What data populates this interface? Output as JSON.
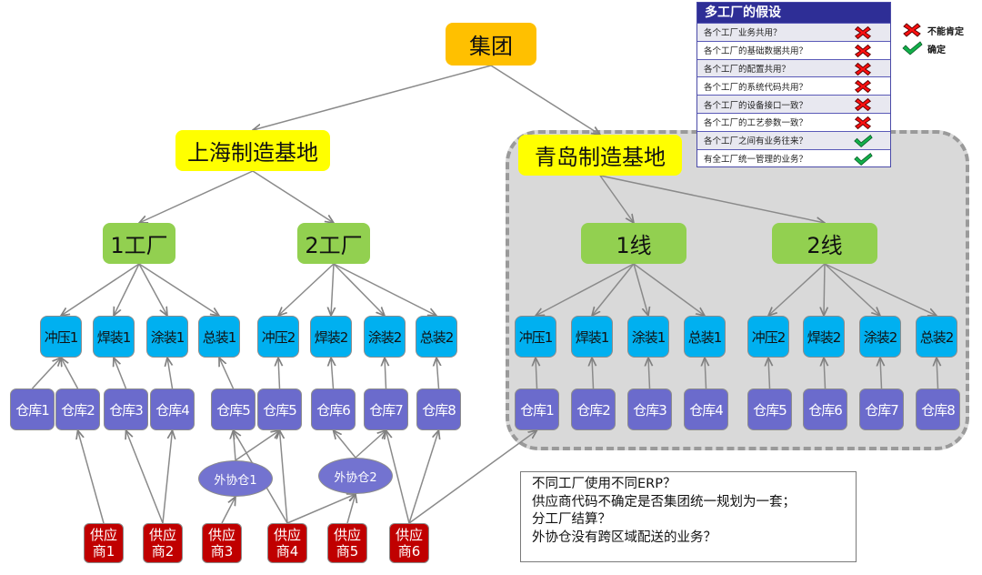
{
  "group": {
    "label": "集团"
  },
  "bases": [
    {
      "id": "shanghai",
      "label": "上海制造基地"
    },
    {
      "id": "qingdao",
      "label": "青岛制造基地"
    }
  ],
  "factories": [
    {
      "id": "sh-f1",
      "label": "1工厂"
    },
    {
      "id": "sh-f2",
      "label": "2工厂"
    },
    {
      "id": "qd-l1",
      "label": "1线"
    },
    {
      "id": "qd-l2",
      "label": "2线"
    }
  ],
  "processes": [
    {
      "id": "sh-p1",
      "label": "冲压1"
    },
    {
      "id": "sh-p2",
      "label": "焊装1"
    },
    {
      "id": "sh-p3",
      "label": "涂装1"
    },
    {
      "id": "sh-p4",
      "label": "总装1"
    },
    {
      "id": "sh-p5",
      "label": "冲压2"
    },
    {
      "id": "sh-p6",
      "label": "焊装2"
    },
    {
      "id": "sh-p7",
      "label": "涂装2"
    },
    {
      "id": "sh-p8",
      "label": "总装2"
    },
    {
      "id": "qd-p1",
      "label": "冲压1"
    },
    {
      "id": "qd-p2",
      "label": "焊装1"
    },
    {
      "id": "qd-p3",
      "label": "涂装1"
    },
    {
      "id": "qd-p4",
      "label": "总装1"
    },
    {
      "id": "qd-p5",
      "label": "冲压2"
    },
    {
      "id": "qd-p6",
      "label": "焊装2"
    },
    {
      "id": "qd-p7",
      "label": "涂装2"
    },
    {
      "id": "qd-p8",
      "label": "总装2"
    }
  ],
  "warehouses": [
    {
      "id": "sh-w1",
      "label": "仓库1"
    },
    {
      "id": "sh-w2",
      "label": "仓库2"
    },
    {
      "id": "sh-w3",
      "label": "仓库3"
    },
    {
      "id": "sh-w4",
      "label": "仓库4"
    },
    {
      "id": "sh-w5",
      "label": "仓库5"
    },
    {
      "id": "sh-w5b",
      "label": "仓库5"
    },
    {
      "id": "sh-w6",
      "label": "仓库6"
    },
    {
      "id": "sh-w7",
      "label": "仓库7"
    },
    {
      "id": "sh-w8",
      "label": "仓库8"
    },
    {
      "id": "qd-w1",
      "label": "仓库1"
    },
    {
      "id": "qd-w2",
      "label": "仓库2"
    },
    {
      "id": "qd-w3",
      "label": "仓库3"
    },
    {
      "id": "qd-w4",
      "label": "仓库4"
    },
    {
      "id": "qd-w5",
      "label": "仓库5"
    },
    {
      "id": "qd-w6",
      "label": "仓库6"
    },
    {
      "id": "qd-w7",
      "label": "仓库7"
    },
    {
      "id": "qd-w8",
      "label": "仓库8"
    }
  ],
  "outsource_warehouses": [
    {
      "id": "ow1",
      "label": "外协仓1"
    },
    {
      "id": "ow2",
      "label": "外协仓2"
    }
  ],
  "suppliers": [
    {
      "id": "s1",
      "line1": "供应",
      "line2": "商1"
    },
    {
      "id": "s2",
      "line1": "供应",
      "line2": "商2"
    },
    {
      "id": "s3",
      "line1": "供应",
      "line2": "商3"
    },
    {
      "id": "s4",
      "line1": "供应",
      "line2": "商4"
    },
    {
      "id": "s5",
      "line1": "供应",
      "line2": "商5"
    },
    {
      "id": "s6",
      "line1": "供应",
      "line2": "商6"
    }
  ],
  "edges": [
    [
      "group",
      "shanghai"
    ],
    [
      "group",
      "qingdao"
    ],
    [
      "shanghai",
      "sh-f1"
    ],
    [
      "shanghai",
      "sh-f2"
    ],
    [
      "qingdao",
      "qd-l1"
    ],
    [
      "qingdao",
      "qd-l2"
    ],
    [
      "sh-f1",
      "sh-p1"
    ],
    [
      "sh-f1",
      "sh-p2"
    ],
    [
      "sh-f1",
      "sh-p3"
    ],
    [
      "sh-f1",
      "sh-p4"
    ],
    [
      "sh-f2",
      "sh-p5"
    ],
    [
      "sh-f2",
      "sh-p6"
    ],
    [
      "sh-f2",
      "sh-p7"
    ],
    [
      "sh-f2",
      "sh-p8"
    ],
    [
      "qd-l1",
      "qd-p1"
    ],
    [
      "qd-l1",
      "qd-p2"
    ],
    [
      "qd-l1",
      "qd-p3"
    ],
    [
      "qd-l1",
      "qd-p4"
    ],
    [
      "qd-l2",
      "qd-p5"
    ],
    [
      "qd-l2",
      "qd-p6"
    ],
    [
      "qd-l2",
      "qd-p7"
    ],
    [
      "qd-l2",
      "qd-p8"
    ],
    [
      "sh-w1",
      "sh-p1"
    ],
    [
      "sh-w2",
      "sh-p1"
    ],
    [
      "sh-w3",
      "sh-p2"
    ],
    [
      "sh-w4",
      "sh-p3"
    ],
    [
      "sh-w5",
      "sh-p4"
    ],
    [
      "sh-w5b",
      "sh-p5"
    ],
    [
      "sh-w6",
      "sh-p6"
    ],
    [
      "sh-w7",
      "sh-p7"
    ],
    [
      "sh-w8",
      "sh-p8"
    ],
    [
      "qd-w1",
      "qd-p1"
    ],
    [
      "qd-w2",
      "qd-p2"
    ],
    [
      "qd-w3",
      "qd-p3"
    ],
    [
      "qd-w4",
      "qd-p4"
    ],
    [
      "qd-w5",
      "qd-p5"
    ],
    [
      "qd-w6",
      "qd-p6"
    ],
    [
      "qd-w7",
      "qd-p7"
    ],
    [
      "qd-w8",
      "qd-p8"
    ],
    [
      "s1",
      "sh-w2"
    ],
    [
      "s2",
      "sh-w3"
    ],
    [
      "s2",
      "sh-w4"
    ],
    [
      "s3",
      "ow1"
    ],
    [
      "ow1",
      "sh-w5"
    ],
    [
      "ow1",
      "sh-w5b"
    ],
    [
      "s4",
      "sh-w5"
    ],
    [
      "s4",
      "sh-w5b"
    ],
    [
      "s4",
      "ow2"
    ],
    [
      "s5",
      "ow2"
    ],
    [
      "ow2",
      "sh-w6"
    ],
    [
      "ow2",
      "sh-w7"
    ],
    [
      "s6",
      "sh-w7"
    ],
    [
      "s6",
      "sh-w8"
    ],
    [
      "s6",
      "qd-w1"
    ]
  ],
  "assumptions": {
    "title": "多工厂的假设",
    "rows": [
      {
        "text": "各个工厂业务共用？",
        "status": "uncertain"
      },
      {
        "text": "各个工厂的基础数据共用？",
        "status": "uncertain"
      },
      {
        "text": "各个工厂的配置共用？",
        "status": "uncertain"
      },
      {
        "text": "各个工厂的系统代码共用？",
        "status": "uncertain"
      },
      {
        "text": "各个工厂的设备接口一致？",
        "status": "uncertain"
      },
      {
        "text": "各个工厂的工艺参数一致？",
        "status": "uncertain"
      },
      {
        "text": "各个工厂之间有业务往来？",
        "status": "confirmed"
      },
      {
        "text": "有全工厂统一管理的业务？",
        "status": "confirmed"
      }
    ]
  },
  "legend": {
    "uncertain": {
      "icon": "red-x-icon",
      "label": "不能肯定",
      "color": "#e00000"
    },
    "confirmed": {
      "icon": "green-check-icon",
      "label": "确定",
      "color": "#00a040"
    }
  },
  "notes": [
    "不同工厂使用不同ERP？",
    "供应商代码不确定是否集团统一规划为一套；",
    "分工厂结算？",
    "外协仓没有跨区域配送的业务？"
  ]
}
